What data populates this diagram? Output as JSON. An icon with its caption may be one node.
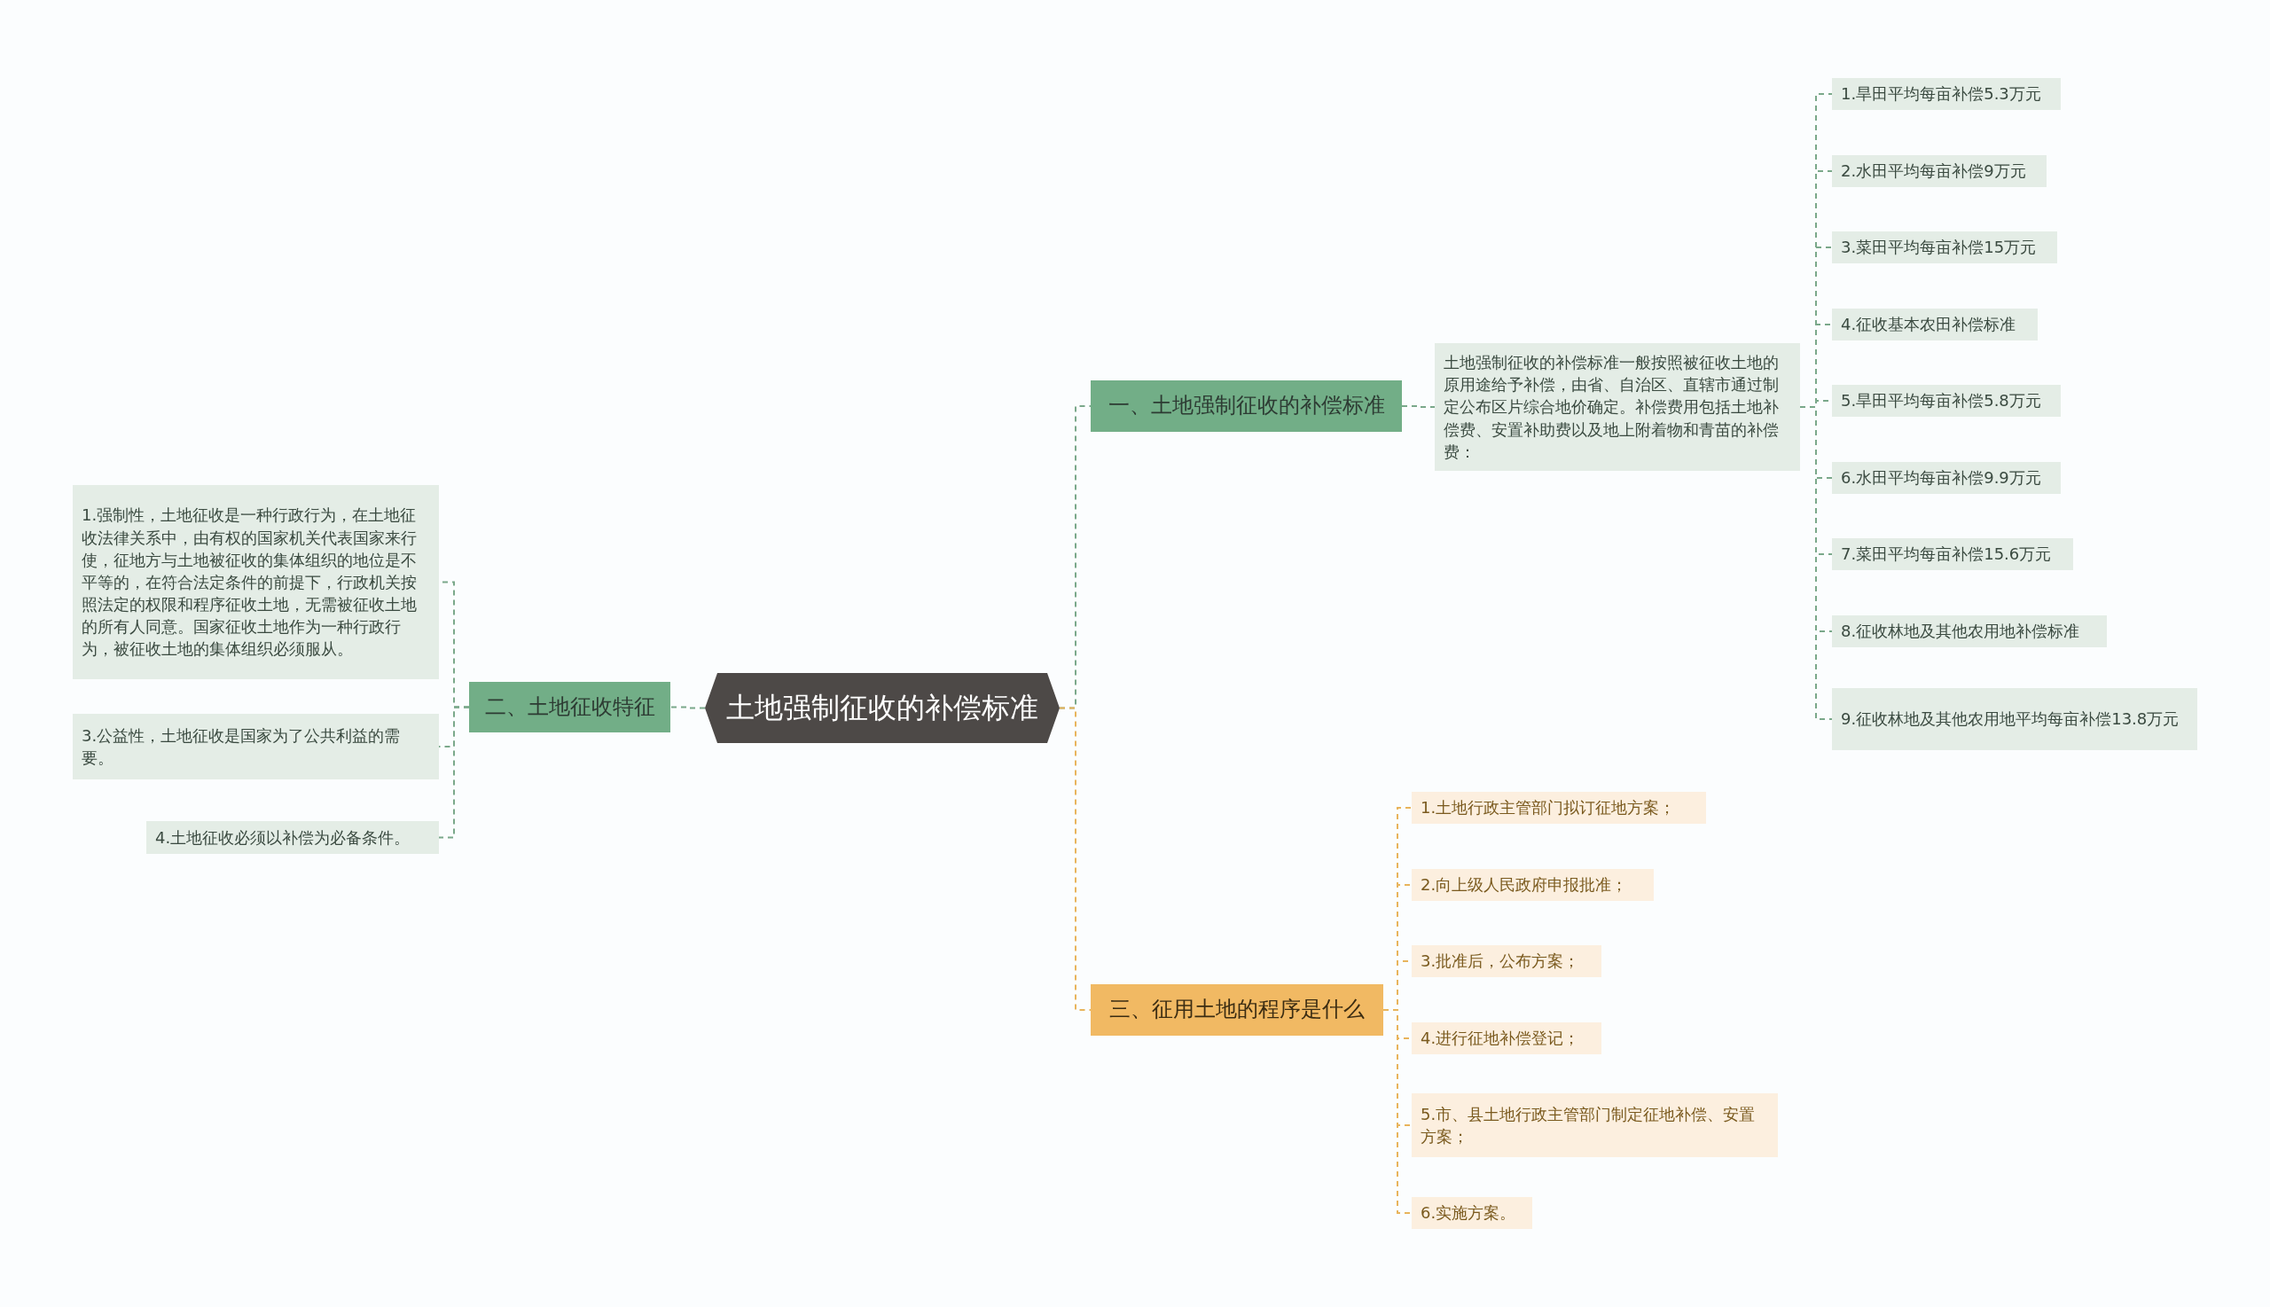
{
  "diagram": {
    "nodes": [
      {
        "text": [
          "土地强制征收的补偿标准"
        ]
      },
      {
        "text": [
          "一、土地强制征收的补偿标准"
        ]
      },
      {
        "text": [
          "土地强制征收的补偿标准一般按照被征收土地的原用途给予补偿，由省、自治区、直辖市通过制定公布区片综合地价确定。补偿费用包括土地补偿费、安置补助费以及地上附着物和青苗的补偿费："
        ]
      },
      {
        "text": [
          "1.旱田平均每亩补偿5.3万元"
        ]
      },
      {
        "text": [
          "2.水田平均每亩补偿9万元"
        ]
      },
      {
        "text": [
          "3.菜田平均每亩补偿15万元"
        ]
      },
      {
        "text": [
          "4.征收基本农田补偿标准"
        ]
      },
      {
        "text": [
          "5.旱田平均每亩补偿5.8万元"
        ]
      },
      {
        "text": [
          "6.水田平均每亩补偿9.9万元"
        ]
      },
      {
        "text": [
          "7.菜田平均每亩补偿15.6万元"
        ]
      },
      {
        "text": [
          "8.征收林地及其他农用地补偿标准"
        ]
      },
      {
        "text": [
          "9.征收林地及其他农用地平均每亩补偿13.8万元"
        ]
      },
      {
        "text": [
          "二、土地征收特征"
        ]
      },
      {
        "text": [
          "1.强制性，土地征收是一种行政行为，在土地征收法律关系中，由有权的国家机关代表国家来行使，征地方与土地被征收的集体组织的地位是不平等的，在符合法定条件的前提下，行政机关按照法定的权限和程序征收土地，无需被征收土地的所有人同意。国家征收土地作为一种行政行为，被征收土地的集体组织必须服从。"
        ]
      },
      {
        "text": [
          "3.公益性，土地征收是国家为了公共利益的需要。"
        ]
      },
      {
        "text": [
          "4.土地征收必须以补偿为必备条件。"
        ]
      },
      {
        "text": [
          "三、征用土地的程序是什么"
        ]
      },
      {
        "text": [
          "1.土地行政主管部门拟订征地方案；"
        ]
      },
      {
        "text": [
          "2.向上级人民政府申报批准；"
        ]
      },
      {
        "text": [
          "3.批准后，公布方案；"
        ]
      },
      {
        "text": [
          "4.进行征地补偿登记；"
        ]
      },
      {
        "text": [
          "5.市、县土地行政主管部门制定征地补偿、安置方案；"
        ]
      },
      {
        "text": [
          "6.实施方案。"
        ]
      }
    ],
    "edges": [
      {
        "from": 0,
        "to": 1,
        "arrow": "none",
        "style": "dashed"
      },
      {
        "from": 1,
        "to": 2,
        "arrow": "none",
        "style": "dashed"
      },
      {
        "from": 2,
        "to": 3,
        "arrow": "none",
        "style": "dashed"
      },
      {
        "from": 2,
        "to": 4,
        "arrow": "none",
        "style": "dashed"
      },
      {
        "from": 2,
        "to": 5,
        "arrow": "none",
        "style": "dashed"
      },
      {
        "from": 2,
        "to": 6,
        "arrow": "none",
        "style": "dashed"
      },
      {
        "from": 2,
        "to": 7,
        "arrow": "none",
        "style": "dashed"
      },
      {
        "from": 2,
        "to": 8,
        "arrow": "none",
        "style": "dashed"
      },
      {
        "from": 2,
        "to": 9,
        "arrow": "none",
        "style": "dashed"
      },
      {
        "from": 2,
        "to": 10,
        "arrow": "none",
        "style": "dashed"
      },
      {
        "from": 2,
        "to": 11,
        "arrow": "none",
        "style": "dashed"
      },
      {
        "from": 0,
        "to": 12,
        "arrow": "none",
        "style": "dashed"
      },
      {
        "from": 12,
        "to": 13,
        "arrow": "none",
        "style": "dashed"
      },
      {
        "from": 12,
        "to": 14,
        "arrow": "none",
        "style": "dashed"
      },
      {
        "from": 12,
        "to": 15,
        "arrow": "none",
        "style": "dashed"
      },
      {
        "from": 0,
        "to": 16,
        "arrow": "none",
        "style": "dashed",
        "color": "#e8b45c"
      },
      {
        "from": 16,
        "to": 17,
        "arrow": "none",
        "style": "dashed",
        "color": "#e8b45c"
      },
      {
        "from": 16,
        "to": 18,
        "arrow": "none",
        "style": "dashed",
        "color": "#e8b45c"
      },
      {
        "from": 16,
        "to": 19,
        "arrow": "none",
        "style": "dashed",
        "color": "#e8b45c"
      },
      {
        "from": 16,
        "to": 20,
        "arrow": "none",
        "style": "dashed",
        "color": "#e8b45c"
      },
      {
        "from": 16,
        "to": 21,
        "arrow": "none",
        "style": "dashed",
        "color": "#e8b45c"
      },
      {
        "from": 16,
        "to": 22,
        "arrow": "none",
        "style": "dashed",
        "color": "#e8b45c"
      }
    ]
  }
}
